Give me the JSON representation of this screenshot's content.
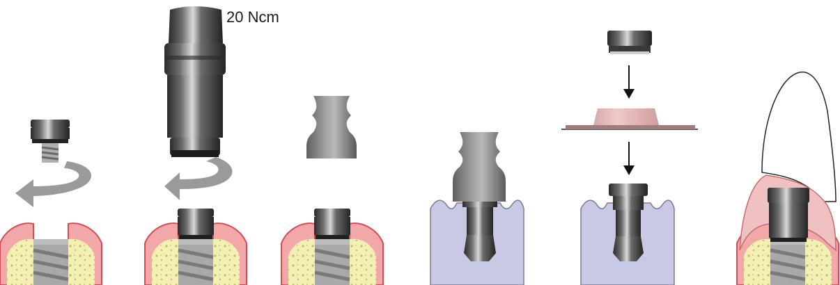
{
  "annotations": {
    "torque": "20 Ncm"
  },
  "steps": [
    {
      "id": "screw-placement"
    },
    {
      "id": "abutment-torque"
    },
    {
      "id": "impression-coping"
    },
    {
      "id": "impression-in-model"
    },
    {
      "id": "cap-and-lab-analog"
    },
    {
      "id": "final-crown"
    }
  ],
  "colors": {
    "gingiva": "#f2a8a8",
    "gingiva_edge": "#d94a57",
    "bone": "#f3f0b3",
    "bone_dots": "#c8b46a",
    "implant_metal": "#a6a6a6",
    "dark_metal": "#3f3f3f",
    "impression_grey": "#8c8c8c",
    "model_lilac": "#c9c9e6",
    "crown_pink": "#efc1c1",
    "arrow_grey": "#9a9a9a"
  }
}
